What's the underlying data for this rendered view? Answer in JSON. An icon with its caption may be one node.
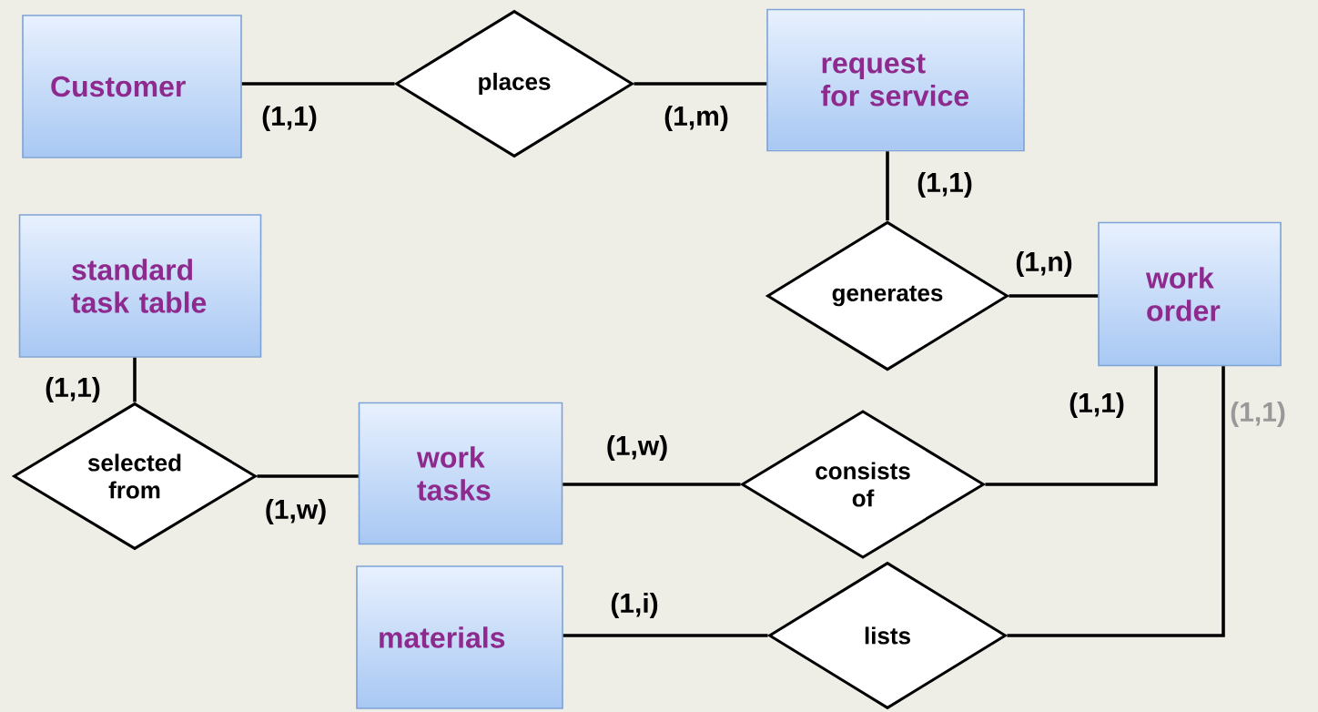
{
  "diagram": {
    "nodes": [
      {
        "text": [
          "Customer"
        ]
      },
      {
        "text": [
          "places"
        ]
      },
      {
        "text": [
          "request for service"
        ]
      },
      {
        "text": [
          "generates"
        ]
      },
      {
        "text": [
          "work order"
        ]
      },
      {
        "text": [
          "standard task table"
        ]
      },
      {
        "text": [
          "selected from"
        ]
      },
      {
        "text": [
          "work tasks"
        ]
      },
      {
        "text": [
          "consists of"
        ]
      },
      {
        "text": [
          "materials"
        ]
      },
      {
        "text": [
          "lists"
        ]
      }
    ],
    "edges": [
      {
        "from": 0,
        "to": 1,
        "arrow": "none"
      },
      {
        "from": 1,
        "to": 2,
        "arrow": "none"
      },
      {
        "from": 2,
        "to": 3,
        "arrow": "none"
      },
      {
        "from": 3,
        "to": 4,
        "arrow": "none"
      },
      {
        "from": 5,
        "to": 6,
        "arrow": "none"
      },
      {
        "from": 6,
        "to": 7,
        "arrow": "none"
      },
      {
        "from": 7,
        "to": 8,
        "arrow": "none"
      },
      {
        "from": 8,
        "to": 4,
        "arrow": "none"
      },
      {
        "from": 9,
        "to": 10,
        "arrow": "none"
      },
      {
        "from": 10,
        "to": 4,
        "arrow": "none"
      }
    ],
    "labels": [
      "(1,1)",
      "(1,m)",
      "(1,1)",
      "(1,n)",
      "(1,1)",
      "(1,1)",
      "(1,1)",
      "(1,w)",
      "(1,w)",
      "(1,i)"
    ]
  }
}
